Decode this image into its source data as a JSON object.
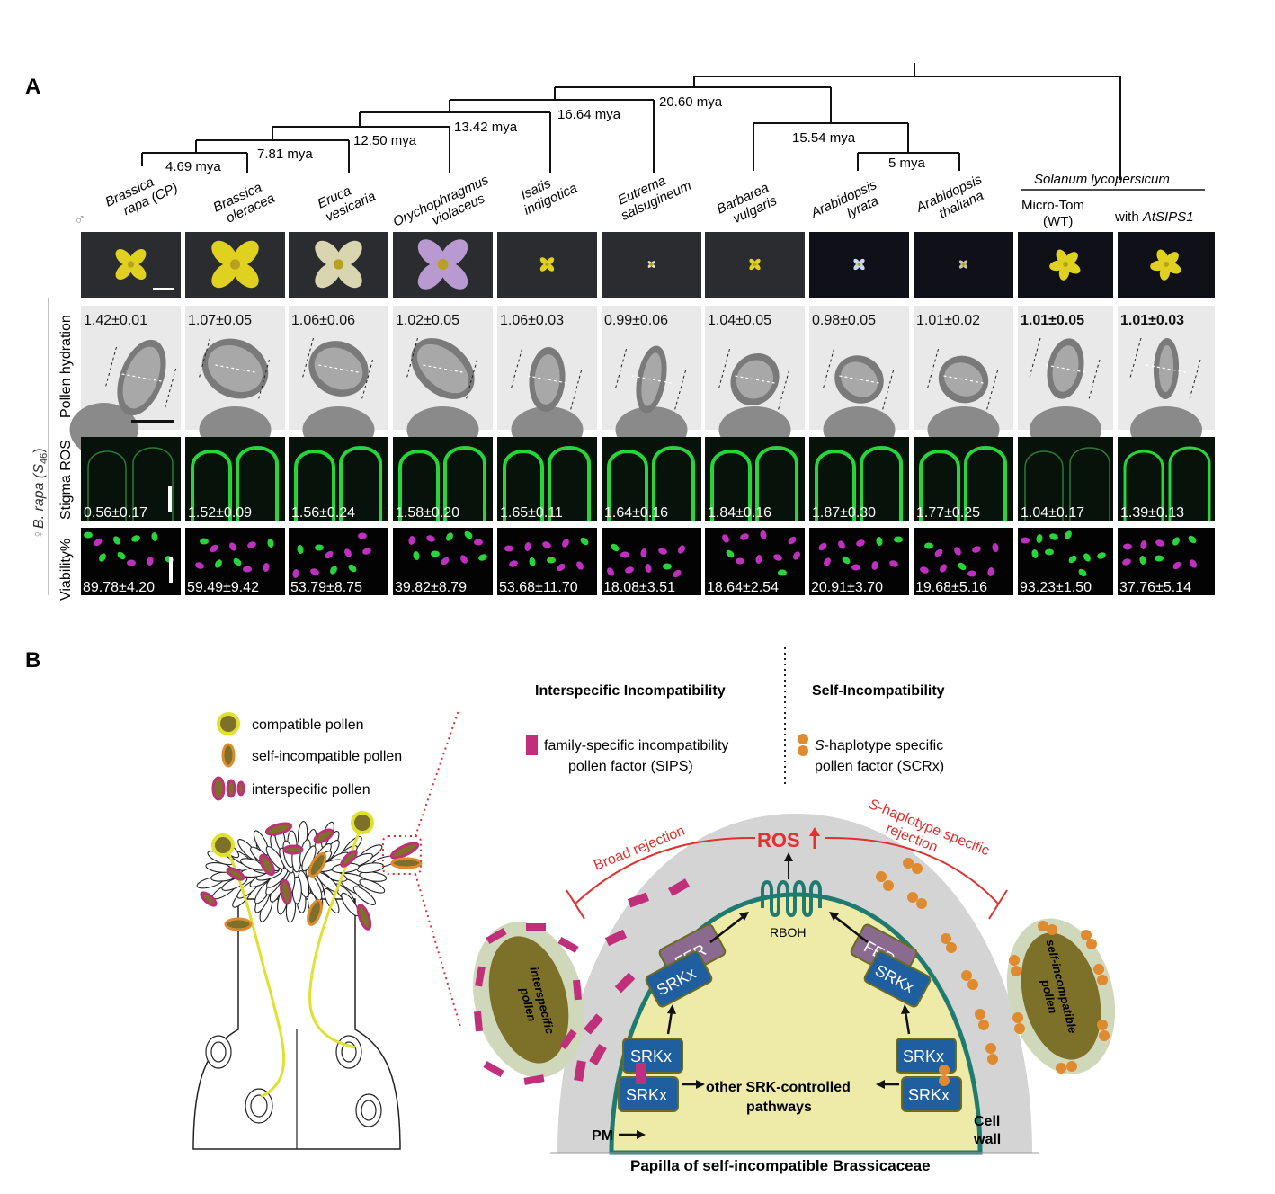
{
  "panel_a": {
    "label": "A",
    "divergence_labels": [
      "4.69 mya",
      "7.81 mya",
      "12.50 mya",
      "13.42 mya",
      "16.64 mya",
      "20.60 mya",
      "15.54 mya",
      "5 mya"
    ],
    "male_symbol": "♂",
    "female_label": "♀B. rapa (S46)",
    "female_symbol": "♀",
    "female_species": "B. rapa",
    "female_haplotype_main": "(S",
    "female_haplotype_sub": "46",
    "female_haplotype_close": ")",
    "species": [
      {
        "line1": "Brassica",
        "line2": "rapa (CP)"
      },
      {
        "line1": "Brassica",
        "line2": "oleracea"
      },
      {
        "line1": "Eruca",
        "line2": "vesicaria"
      },
      {
        "line1": "Orychophragmus",
        "line2": "violaceus"
      },
      {
        "line1": "Isatis",
        "line2": "indigotica"
      },
      {
        "line1": "Eutrema",
        "line2": "salsugineum"
      },
      {
        "line1": "Barbarea",
        "line2": "vulgaris"
      },
      {
        "line1": "Arabidopsis",
        "line2": "lyrata"
      },
      {
        "line1": "Arabidopsis",
        "line2": "thaliana"
      }
    ],
    "solanum_header": "Solanum lycopersicum",
    "solanum_col1": {
      "line1": "Micro-Tom",
      "line2": "(WT)"
    },
    "solanum_col2": {
      "prefix": "with ",
      "gene": "AtSIPS1"
    },
    "row_labels": {
      "hydration": "Pollen hydration",
      "ros": "Stigma ROS",
      "viability": "Viability%"
    },
    "hydration_values": [
      "1.42±0.01",
      "1.07±0.05",
      "1.06±0.06",
      "1.02±0.05",
      "1.06±0.03",
      "0.99±0.06",
      "1.04±0.05",
      "0.98±0.05",
      "1.01±0.02",
      "1.01±0.05",
      "1.01±0.03"
    ],
    "ros_values": [
      "0.56±0.17",
      "1.52±0.09",
      "1.56±0.24",
      "1.58±0.20",
      "1.65±0.11",
      "1.64±0.16",
      "1.84±0.16",
      "1.87±0.30",
      "1.77±0.25",
      "1.04±0.17",
      "1.39±0.13"
    ],
    "viability_values": [
      "89.78±4.20",
      "59.49±9.42",
      "53.79±8.75",
      "39.82±8.79",
      "53.68±11.70",
      "18.08±3.51",
      "18.64±2.54",
      "20.91±3.70",
      "19.68±5.16",
      "93.23±1.50",
      "37.76±5.14"
    ],
    "colors": {
      "flower_yellow": "#e0d020",
      "flower_cream": "#d8d5b0",
      "flower_purple": "#b89ad0",
      "ros_green": "#27d43a",
      "viability_magenta": "#c030c0"
    }
  },
  "panel_b": {
    "label": "B",
    "legend": {
      "compatible": "compatible pollen",
      "self_incompatible": "self-incompatible pollen",
      "interspecific": "interspecific pollen"
    },
    "header_inter": "Interspecific Incompatibility",
    "header_self": "Self-Incompatibility",
    "sips_line1": "family-specific incompatibility",
    "sips_line2": "pollen factor (SIPS)",
    "scr_line1_prefix": "S",
    "scr_line1_rest": "-haplotype specific",
    "scr_line2": "pollen factor (SCRx)",
    "broad_rejection": "Broad rejection",
    "s_rejection_line1_prefix": "S",
    "s_rejection_line1_rest": "-haplotype specific",
    "s_rejection_line2": "rejection",
    "ros": "ROS",
    "rboh": "RBOH",
    "fer": "FER",
    "srkx": "SRKx",
    "other_line1": "other SRK-controlled",
    "other_line2": "pathways",
    "pm": "PM",
    "cell_wall_line1": "Cell",
    "cell_wall_line2": "wall",
    "interspecific_pollen_line1": "interspecific",
    "interspecific_pollen_line2": "pollen",
    "si_pollen_line1": "self-incompatible",
    "si_pollen_line2": "pollen",
    "caption": "Papilla of self-incompatible Brassicaceae",
    "colors": {
      "sips_magenta": "#c0307a",
      "scr_orange": "#e08a30",
      "rejection_red": "#e03030",
      "srk_blue": "#1f5fa0",
      "fer_purple": "#8a6a8e",
      "membrane_teal": "#1f7a70",
      "papilla_grey": "#d4d4d4",
      "cytoplasm_yellow": "#eeeaa8",
      "pollen_olive": "#7d7028"
    }
  }
}
